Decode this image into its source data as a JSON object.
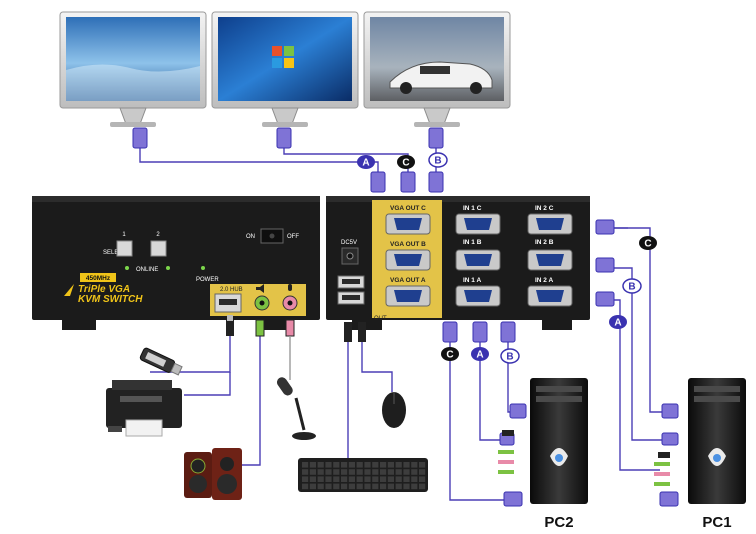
{
  "pc_labels": {
    "pc2": "PC2",
    "pc1": "PC1"
  },
  "kvm_front": {
    "brand_line1": "TriPle VGA",
    "brand_line2": "KVM SWITCH",
    "bandwidth_badge": "450MHz",
    "select_label": "SELECT",
    "button1": "1",
    "button2": "2",
    "online_label": "ONLINE",
    "power_label": "POWER",
    "hub_label": "2.0 HUB",
    "switch_on": "ON",
    "switch_off": "OFF"
  },
  "kvm_back": {
    "dc_label": "DC5V",
    "out_labels": [
      "VGA OUT C",
      "VGA OUT B",
      "VGA OUT A"
    ],
    "in1_labels": [
      "IN 1 C",
      "IN 1 B",
      "IN 1 A"
    ],
    "in2_labels": [
      "IN 2 C",
      "IN 2 B",
      "IN 2 A"
    ],
    "out_strip": "OUT"
  },
  "badges": {
    "top": [
      "A",
      "C",
      "B"
    ],
    "bottom": [
      "C",
      "A",
      "B"
    ],
    "right": [
      "C",
      "B",
      "A"
    ]
  },
  "colors": {
    "cable": "#4b3fb6",
    "badge_blue": "#3a32b0",
    "badge_black": "#111111",
    "connector": "#7f73d6",
    "panel": "#1b1b1b",
    "port_gold": "#e3c348"
  }
}
